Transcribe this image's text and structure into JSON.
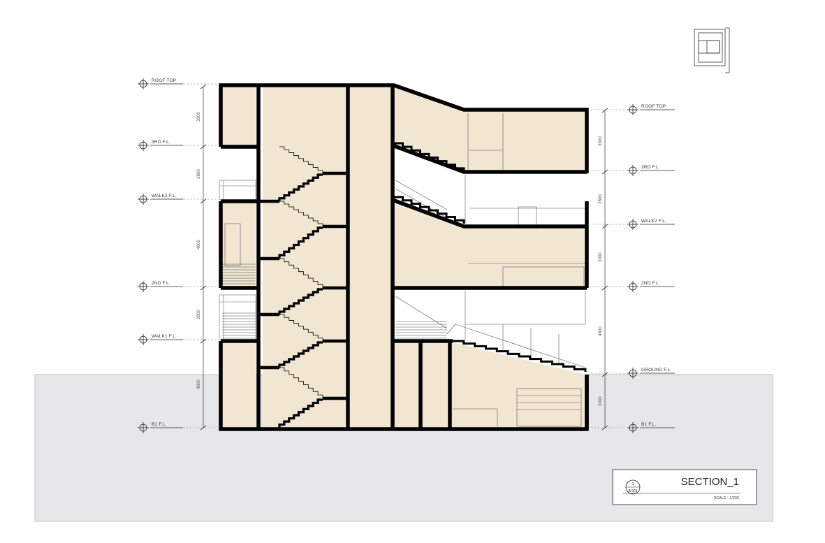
{
  "colors": {
    "ground": "#e6e7e9",
    "room_fill": "#f0e6d2",
    "wall": "#000000",
    "line": "#555555"
  },
  "levels_left": [
    {
      "label": "ROOF TOP"
    },
    {
      "label": "3RD F.L."
    },
    {
      "label": "WALK2 F.L."
    },
    {
      "label": "2ND F.L."
    },
    {
      "label": "WALK1 F.L."
    },
    {
      "label": "B1 F.L."
    }
  ],
  "levels_right": [
    {
      "label": "ROOF TOP"
    },
    {
      "label": "3RD F.L."
    },
    {
      "label": "WALK2 F.L."
    },
    {
      "label": "2ND F.L."
    },
    {
      "label": "GROUND F.L."
    },
    {
      "label": "B1 F.L."
    }
  ],
  "dims_left": [
    "3300",
    "2800",
    "4800",
    "2800",
    "4800"
  ],
  "dims_right": [
    "3300",
    "2800",
    "3300",
    "4800",
    "3000"
  ],
  "title_block": {
    "title": "SECTION_1",
    "scale": "SCALE : 1/200",
    "bubble_top": "1",
    "bubble_bottom": "B 001"
  }
}
